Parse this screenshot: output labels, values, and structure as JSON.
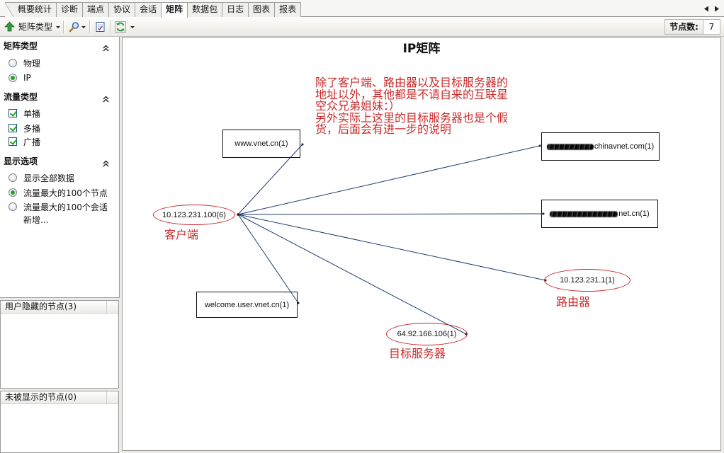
{
  "window": {
    "tabs": [
      {
        "label": "概要统计",
        "active": false
      },
      {
        "label": "诊断",
        "active": false
      },
      {
        "label": "端点",
        "active": false
      },
      {
        "label": "协议",
        "active": false
      },
      {
        "label": "会话",
        "active": false
      },
      {
        "label": "矩阵",
        "active": true
      },
      {
        "label": "数据包",
        "active": false
      },
      {
        "label": "日志",
        "active": false
      },
      {
        "label": "图表",
        "active": false
      },
      {
        "label": "报表",
        "active": false
      }
    ],
    "tab_scroll_icons": [
      "triangle-left-icon",
      "triangle-right-icon"
    ]
  },
  "toolbar": {
    "matrix_type": {
      "label": "矩阵类型",
      "icon": "green-up-arrow-icon"
    },
    "tool_icons": [
      "magnifier-icon",
      "document-check-icon",
      "refresh-icon"
    ],
    "node_count": {
      "label": "节点数:",
      "value": "7"
    }
  },
  "left_panel": {
    "sections": [
      {
        "title": "矩阵类型",
        "options": [
          {
            "label": "物理",
            "selected": false
          },
          {
            "label": "IP",
            "selected": true
          }
        ]
      },
      {
        "title": "流量类型",
        "options": [
          {
            "label": "单播",
            "checked": true
          },
          {
            "label": "多播",
            "checked": true
          },
          {
            "label": "广播",
            "checked": true
          }
        ]
      },
      {
        "title": "显示选项",
        "options": [
          {
            "label": "显示全部数据",
            "selected": false
          },
          {
            "label": "流量最大的100个节点",
            "selected": true
          },
          {
            "label": "流量最大的100个会话",
            "selected": false
          }
        ],
        "add_label": "新增..."
      }
    ]
  },
  "hidden_nodes_panel": {
    "title": "用户隐藏的节点(3)"
  },
  "undisplayed_nodes_panel": {
    "title": "未被显示的节点(0)"
  },
  "matrix": {
    "title": "IP矩阵",
    "annotation_lines": [
      "除了客户端、路由器以及目标服务器的",
      "地址以外，其他都是不请自来的互联星",
      "空众兄弟姐妹：）",
      "另外实际上这里的目标服务器也是个假",
      "货，后面会有进一步的说明"
    ],
    "nodes": [
      {
        "label": "10.123.231.100(6)",
        "is_ellipse": true,
        "caption": "客户端"
      },
      {
        "label": "www.vnet.cn(1)",
        "is_ellipse": false
      },
      {
        "label": "chinavnet.com(1)",
        "is_ellipse": false,
        "prefix_obscured": true
      },
      {
        "label": "net.cn(1)",
        "is_ellipse": false,
        "prefix_obscured": true
      },
      {
        "label": "10.123.231.1(1)",
        "is_ellipse": true,
        "caption": "路由器"
      },
      {
        "label": "welcome.user.vnet.cn(1)",
        "is_ellipse": false
      },
      {
        "label": "64.92.166.106(1)",
        "is_ellipse": true,
        "caption": "目标服务器"
      }
    ],
    "links": [
      [
        0,
        1
      ],
      [
        0,
        2
      ],
      [
        0,
        3
      ],
      [
        0,
        4
      ],
      [
        0,
        5
      ],
      [
        0,
        6
      ]
    ]
  },
  "colors": {
    "annotation_text": "#cc2a2a",
    "ellipse_border": "#c8252b",
    "link_line": "#1f3a6e",
    "check_green": "#22a322",
    "pane_border": "#9b9b9b"
  }
}
